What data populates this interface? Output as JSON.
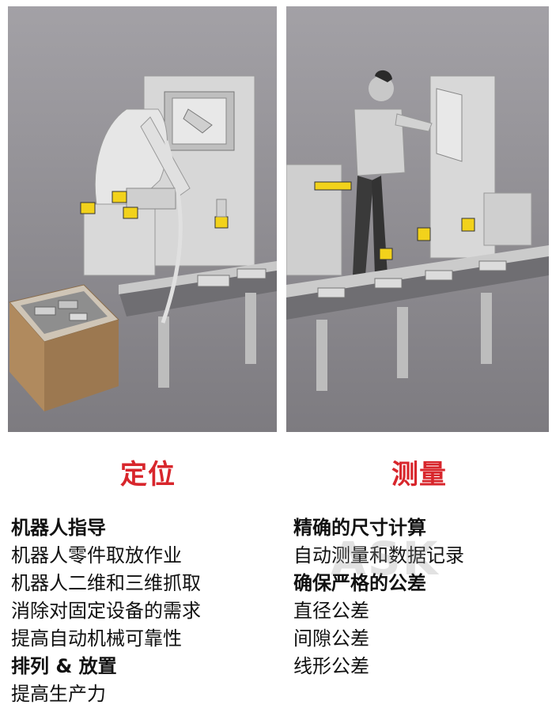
{
  "sections": [
    {
      "id": "left",
      "heading": "定位",
      "items": [
        {
          "text": "机器人指导",
          "bold": true
        },
        {
          "text": "机器人零件取放作业",
          "bold": false
        },
        {
          "text": "机器人二维和三维抓取",
          "bold": false
        },
        {
          "text": "消除对固定设备的需求",
          "bold": false
        },
        {
          "text": "提高自动机械可靠性",
          "bold": false
        },
        {
          "text": "排列 & 放置",
          "bold": true
        },
        {
          "text": "提高生产力",
          "bold": false
        }
      ]
    },
    {
      "id": "right",
      "heading": "测量",
      "items": [
        {
          "text": "精确的尺寸计算",
          "bold": true
        },
        {
          "text": "自动测量和数据记录",
          "bold": false
        },
        {
          "text": "确保严格的公差",
          "bold": true
        },
        {
          "text": "直径公差",
          "bold": false
        },
        {
          "text": "间隙公差",
          "bold": false
        },
        {
          "text": "线形公差",
          "bold": false
        }
      ]
    }
  ],
  "watermark": "ASK",
  "colors": {
    "heading": "#d8262c",
    "sensor": "#f2d21b",
    "scene_bg": "#8e8c91",
    "box": "#b08a5e"
  }
}
